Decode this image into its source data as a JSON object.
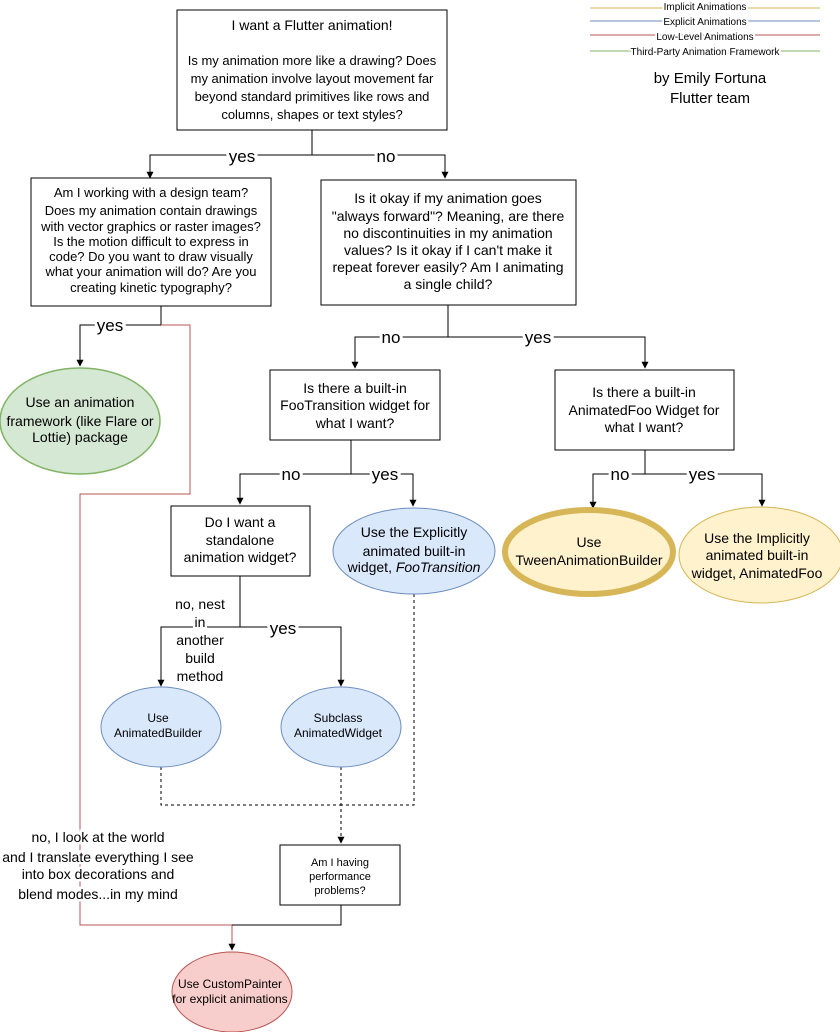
{
  "legend": {
    "items": [
      {
        "label": "Implicit Animations",
        "color": "#d6b656"
      },
      {
        "label": "Explicit Animations",
        "color": "#6c8ebf"
      },
      {
        "label": "Low-Level Animations",
        "color": "#b85450"
      },
      {
        "label": "Third-Party Animation Framework",
        "color": "#82b366"
      }
    ]
  },
  "author": {
    "line1": "by Emily Fortuna",
    "line2": "Flutter team"
  },
  "nodes": {
    "start": {
      "title": "I want a Flutter animation!",
      "lines": [
        "Is my animation more like a drawing? Does",
        "my animation involve layout movement far",
        "beyond standard primitives like rows and",
        "columns, shapes or text styles?"
      ]
    },
    "design_team": {
      "lines": [
        "Am I working with a design team?",
        "Does my animation contain drawings",
        "with vector graphics or raster images?",
        "Is the motion difficult to express in",
        "code? Do you want to draw visually",
        "what your animation will do? Are you",
        "creating kinetic typography?"
      ]
    },
    "always_forward": {
      "lines": [
        "Is it okay if my animation goes",
        "\"always forward\"? Meaning, are there",
        "no discontinuities in my animation",
        "values? Is it okay if I can't make it",
        "repeat forever easily? Am I animating",
        "a single child?"
      ]
    },
    "framework": {
      "lines": [
        "Use an animation",
        "framework (like Flare or",
        "Lottie) package"
      ]
    },
    "foo_transition_q": {
      "lines": [
        "Is there a built-in",
        "FooTransition widget for",
        "what I want?"
      ]
    },
    "animated_foo_q": {
      "lines": [
        "Is there a built-in",
        "AnimatedFoo Widget for",
        "what I want?"
      ]
    },
    "standalone_q": {
      "lines": [
        "Do I want a",
        "standalone",
        "animation widget?"
      ]
    },
    "explicit_builtin": {
      "lines": [
        "Use the Explicitly",
        "animated built-in",
        "widget, "
      ],
      "italic": "FooTransition"
    },
    "tween_builder": {
      "lines": [
        "Use",
        "TweenAnimationBuilder"
      ]
    },
    "implicit_builtin": {
      "lines": [
        "Use the Implicitly",
        "animated built-in",
        "widget, AnimatedFoo"
      ]
    },
    "animated_builder": {
      "lines": [
        "Use",
        "AnimatedBuilder"
      ]
    },
    "subclass_widget": {
      "lines": [
        "Subclass",
        "AnimatedWidget"
      ]
    },
    "performance_q": {
      "lines": [
        "Am I having",
        "performance",
        "problems?"
      ]
    },
    "custom_painter": {
      "lines": [
        "Use CustomPainter",
        "for explicit animations"
      ]
    }
  },
  "edge_labels": {
    "start_yes": "yes",
    "start_no": "no",
    "design_yes": "yes",
    "forward_no": "no",
    "forward_yes": "yes",
    "foo_no": "no",
    "foo_yes": "yes",
    "animfoo_no": "no",
    "animfoo_yes": "yes",
    "standalone_no": [
      "no, nest",
      "in",
      "another",
      "build",
      "method"
    ],
    "standalone_yes": "yes",
    "design_no": [
      "no, I look at the world",
      "and I translate everything I see",
      "into box decorations and",
      "blend modes...in my mind"
    ]
  }
}
